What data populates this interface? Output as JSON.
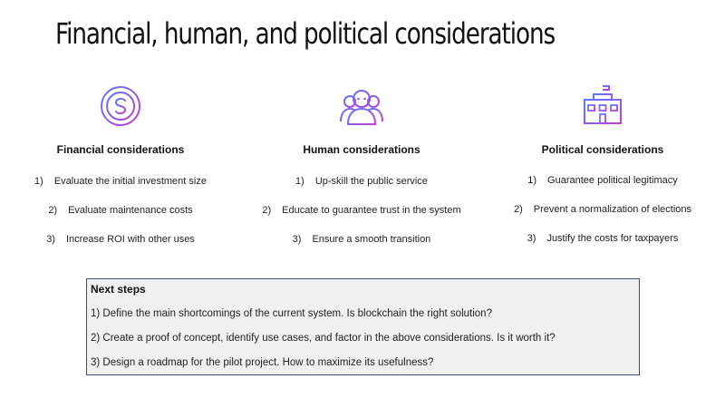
{
  "title": "Financial, human, and political considerations",
  "colors": {
    "icon_gradient_start": "#5a7bff",
    "icon_gradient_end": "#c13dd3",
    "box_border": "#3d4b7a",
    "box_bg": "#f0f0f0"
  },
  "columns": [
    {
      "icon": "dollar-coin-icon",
      "heading": "Financial considerations",
      "items": [
        {
          "num": "1)",
          "text": "Evaluate the initial investment size"
        },
        {
          "num": "2)",
          "text": "Evaluate maintenance costs"
        },
        {
          "num": "3)",
          "text": "Increase ROI with other uses"
        }
      ]
    },
    {
      "icon": "people-group-icon",
      "heading": "Human considerations",
      "items": [
        {
          "num": "1)",
          "text": "Up-skill the public service"
        },
        {
          "num": "2)",
          "text": "Educate to guarantee trust in the system"
        },
        {
          "num": "3)",
          "text": "Ensure a smooth transition"
        }
      ]
    },
    {
      "icon": "government-building-icon",
      "heading": "Political considerations",
      "items": [
        {
          "num": "1)",
          "text": "Guarantee political legitimacy"
        },
        {
          "num": "2)",
          "text": "Prevent a normalization of elections"
        },
        {
          "num": "3)",
          "text": "Justify the costs for taxpayers"
        }
      ]
    }
  ],
  "next_steps": {
    "title": "Next steps",
    "items": [
      "1) Define the main shortcomings of the current system. Is blockchain the right solution?",
      "2) Create a proof of concept, identify use cases, and factor in the above considerations. Is it worth it?",
      "3) Design a roadmap for the pilot project. How to maximize its usefulness?"
    ]
  }
}
